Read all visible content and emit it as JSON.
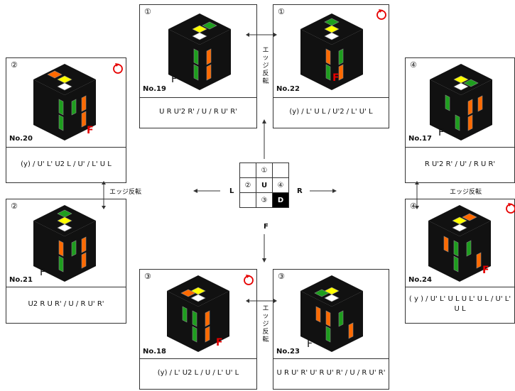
{
  "colors": {
    "yellow": "#ffff00",
    "white": "#ffffff",
    "green": "#1e9e1e",
    "orange": "#ff6a00",
    "black": "#111111",
    "red": "#e60000"
  },
  "center_grid": {
    "cells": [
      "",
      "①",
      "",
      "②",
      "U",
      "④",
      "",
      "③",
      "D"
    ],
    "left": "L",
    "right": "R",
    "bottom": "F"
  },
  "edge_flip_label": "エッジ反転",
  "cards": [
    {
      "id": "no19",
      "circled": "①",
      "number": "No.19",
      "front": "F",
      "formula": "U R U'2 R' / U / R U' R'"
    },
    {
      "id": "no22",
      "circled": "①",
      "number": "No.22",
      "front": "F",
      "formula": "(y) / L' U L / U'2 / L' U' L"
    },
    {
      "id": "no20",
      "circled": "②",
      "number": "No.20",
      "front": "F",
      "formula": "(y) / U' L' U2 L / U' / L' U L"
    },
    {
      "id": "no21",
      "circled": "②",
      "number": "No.21",
      "front": "F",
      "formula": "U2 R U R' / U / R U' R'"
    },
    {
      "id": "no17",
      "circled": "④",
      "number": "No.17",
      "front": "F",
      "formula": "R U'2 R' / U' / R U R'"
    },
    {
      "id": "no24",
      "circled": "④",
      "number": "No.24",
      "front": "F",
      "formula": "( y ) / U' L' U L U L' U L / U' L' U L"
    },
    {
      "id": "no18",
      "circled": "③",
      "number": "No.18",
      "front": "F",
      "formula": "(y) / L' U2 L / U / L' U' L"
    },
    {
      "id": "no23",
      "circled": "③",
      "number": "No.23",
      "front": "F",
      "formula": "U R U' R' U' R U' R' / U / R U' R'"
    }
  ]
}
